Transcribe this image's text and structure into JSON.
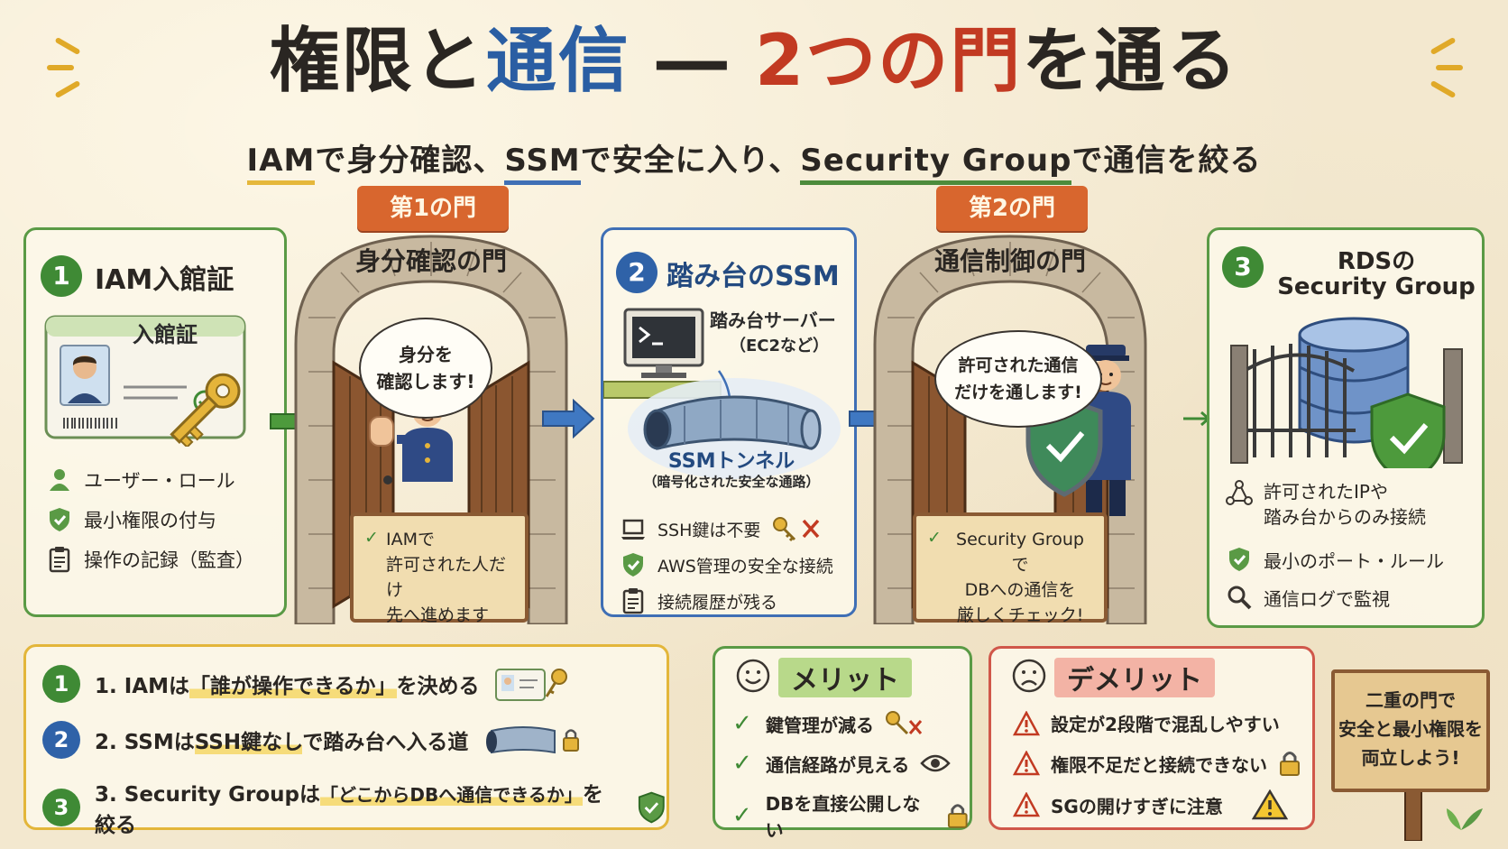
{
  "title": {
    "part1": "権限と",
    "part2": "通信",
    "dash": " ― ",
    "part3": "2つの門",
    "part4": "を通る"
  },
  "subtitle": {
    "iam": "IAM",
    "t1": "で身分確認、",
    "ssm": "SSM",
    "t2": "で安全に入り、",
    "sg": "Security Group",
    "t3": "で通信を絞る"
  },
  "panel_iam": {
    "number": "1",
    "title": "IAM入館証",
    "card_label": "入館証",
    "items": [
      "ユーザー・ロール",
      "最小権限の付与",
      "操作の記録（監査）"
    ]
  },
  "gate1": {
    "banner": "第1の門",
    "label": "身分確認の門",
    "bubble": "身分を\n確認します!",
    "sign": "IAMで\n許可された人だけ\n先へ進めます"
  },
  "panel_ssm": {
    "number": "2",
    "title": "踏み台のSSM",
    "server_label": "踏み台サーバー",
    "server_sub": "（EC2など）",
    "tunnel_label": "SSMトンネル",
    "tunnel_sub": "（暗号化された安全な通路）",
    "items": [
      "SSH鍵は不要",
      "AWS管理の安全な接続",
      "接続履歴が残る"
    ]
  },
  "gate2": {
    "banner": "第2の門",
    "label": "通信制御の門",
    "bubble": "許可された通信\nだけを通します!",
    "sign": "Security Groupで\nDBへの通信を\n厳しくチェック!"
  },
  "panel_rds": {
    "number": "3",
    "title1": "RDSの",
    "title2": "Security Group",
    "items": [
      "許可されたIPや\n踏み台からのみ接続",
      "最小のポート・ルール",
      "通信ログで監視"
    ]
  },
  "summary": {
    "rows": [
      {
        "num": "1",
        "pre": "1. IAMは",
        "hl": "「誰が操作できるか」",
        "post": "を決める"
      },
      {
        "num": "2",
        "pre": "2. SSMは",
        "hl": "SSH鍵なし",
        "post": "で踏み台へ入る道"
      },
      {
        "num": "3",
        "pre": "3. Security Groupは",
        "hl": "「どこからDBへ通信できるか」",
        "post": "を絞る"
      }
    ]
  },
  "merit": {
    "title": "メリット",
    "items": [
      "鍵管理が減る",
      "通信経路が見える",
      "DBを直接公開しない"
    ]
  },
  "demerit": {
    "title": "デメリット",
    "items": [
      "設定が2段階で混乱しやすい",
      "権限不足だと接続できない",
      "SGの開けすぎに注意"
    ]
  },
  "signpost": {
    "text": "二重の門で\n安全と最小権限を\n両立しよう!"
  },
  "colors": {
    "green": "#3f8a35",
    "blue": "#2f62a8",
    "red": "#c23a22",
    "yellow": "#e3b63a",
    "orange": "#d8662e"
  }
}
